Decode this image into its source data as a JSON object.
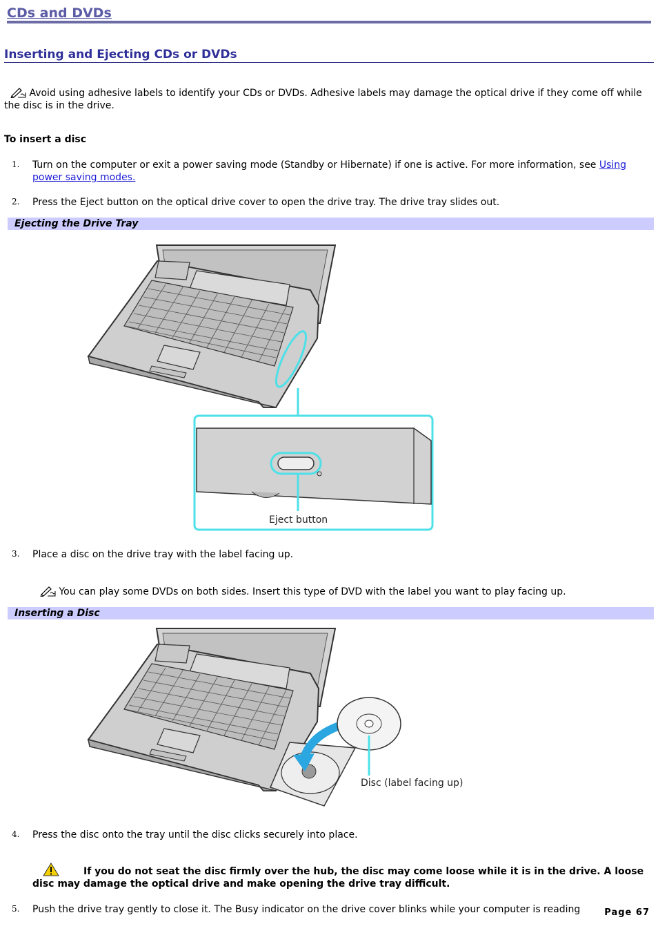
{
  "header": {
    "title": "CDs and DVDs"
  },
  "section": {
    "title": "Inserting and Ejecting CDs or DVDs"
  },
  "note1": {
    "icon": "note-pencil-icon",
    "text": "Avoid using adhesive labels to identify your CDs or DVDs. Adhesive labels may damage the optical drive if they come off while the disc is in the drive."
  },
  "procedure": {
    "heading": "To insert a disc"
  },
  "steps": [
    {
      "num": "1.",
      "text": "Turn on the computer or exit a power saving mode (Standby or Hibernate) if one is active. For more information, see ",
      "link": "Using power saving modes."
    },
    {
      "num": "2.",
      "text": "Press the Eject button on the optical drive cover to open the drive tray. The drive tray slides out."
    },
    {
      "num": "3.",
      "text": "Place a disc on the drive tray with the label facing up."
    },
    {
      "num": "4.",
      "text": "Press the disc onto the tray until the disc clicks securely into place."
    },
    {
      "num": "5.",
      "text": "Push the drive tray gently to close it. The Busy indicator on the drive cover blinks while your computer is reading"
    }
  ],
  "figure1": {
    "caption": "Ejecting the Drive Tray",
    "callout": "Eject button"
  },
  "note2": {
    "icon": "note-pencil-icon",
    "text": "You can play some DVDs on both sides. Insert this type of DVD with the label you want to play facing up."
  },
  "figure2": {
    "caption": "Inserting a Disc",
    "callout": "Disc (label facing up)"
  },
  "warning": {
    "icon": "warning-icon",
    "text": "If you do not seat the disc firmly over the hub, the disc may come loose while it is in the drive. A loose disc may damage the optical drive and make opening the drive tray difficult."
  },
  "footer": {
    "page": "Page 67"
  },
  "colors": {
    "accent": "#5b5ba6",
    "banner": "#ccccff",
    "callout": "#4de0e8",
    "link": "#1a1ad6"
  }
}
